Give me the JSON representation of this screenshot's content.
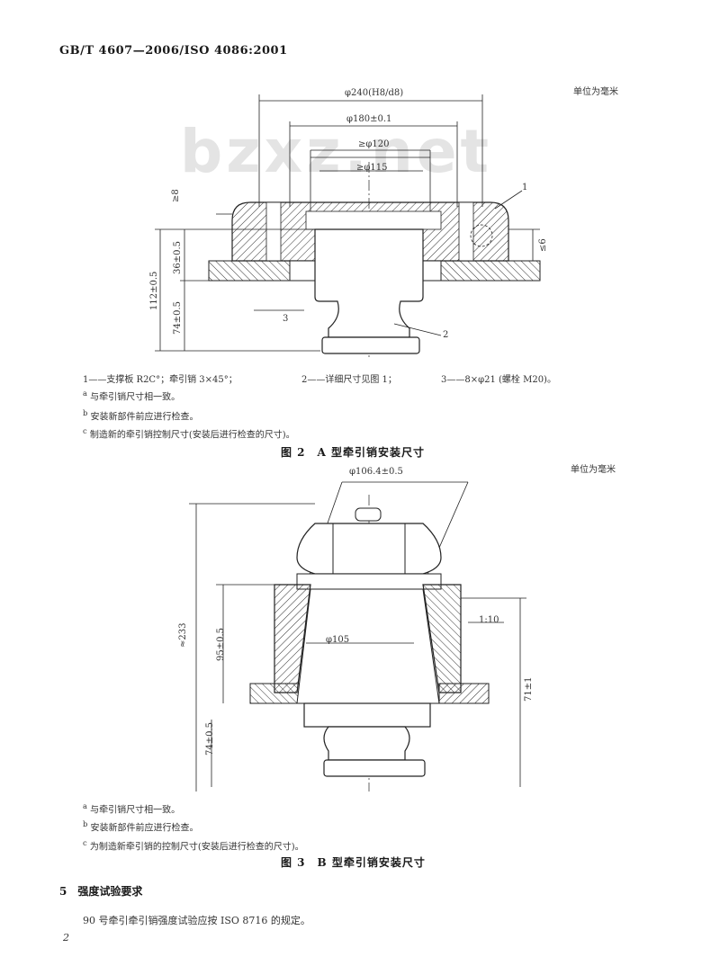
{
  "header": {
    "standard_no": "GB/T 4607—2006/ISO 4086:2001"
  },
  "watermark": "bzxz.net",
  "fig2": {
    "unit": "单位为毫米",
    "dims": {
      "d1": "φ240(H8/d8)",
      "d2": "φ180±0.1",
      "d3": "≥φ120",
      "d4": "≥φ115",
      "h1": "≥8",
      "h2": "36±0.5",
      "h3": "112±0.5",
      "h4": "74±0.5",
      "w3": "3",
      "r6": "≤6"
    },
    "callouts": {
      "c1": "1",
      "c2": "2"
    },
    "legend": {
      "l1": "1——支撑板 R2C°；牵引销 3×45°；",
      "l2": "2——详细尺寸见图 1；",
      "l3": "3——8×φ21 (螺栓 M20)。"
    },
    "notes": {
      "a": "与牵引销尺寸相一致。",
      "b": "安装新部件前应进行检查。",
      "c": "制造新的牵引销控制尺寸(安装后进行检查的尺寸)。"
    },
    "caption": "图 2　A 型牵引销安装尺寸"
  },
  "fig3": {
    "unit": "单位为毫米",
    "dims": {
      "d1": "φ106.4±0.5",
      "d2": "φ105",
      "h1": "≈233",
      "h2": "95±0.5",
      "h3": "74±0.5",
      "h4": "71±1",
      "taper": "1:10"
    },
    "notes": {
      "a": "与牵引销尺寸相一致。",
      "b": "安装新部件前应进行检查。",
      "c": "为制造新牵引销的控制尺寸(安装后进行检查的尺寸)。"
    },
    "caption": "图 3　B 型牵引销安装尺寸"
  },
  "section5": {
    "title": "5　强度试验要求",
    "text": "90 号牵引牵引销强度试验应按 ISO 8716 的规定。"
  },
  "page_number": "2"
}
